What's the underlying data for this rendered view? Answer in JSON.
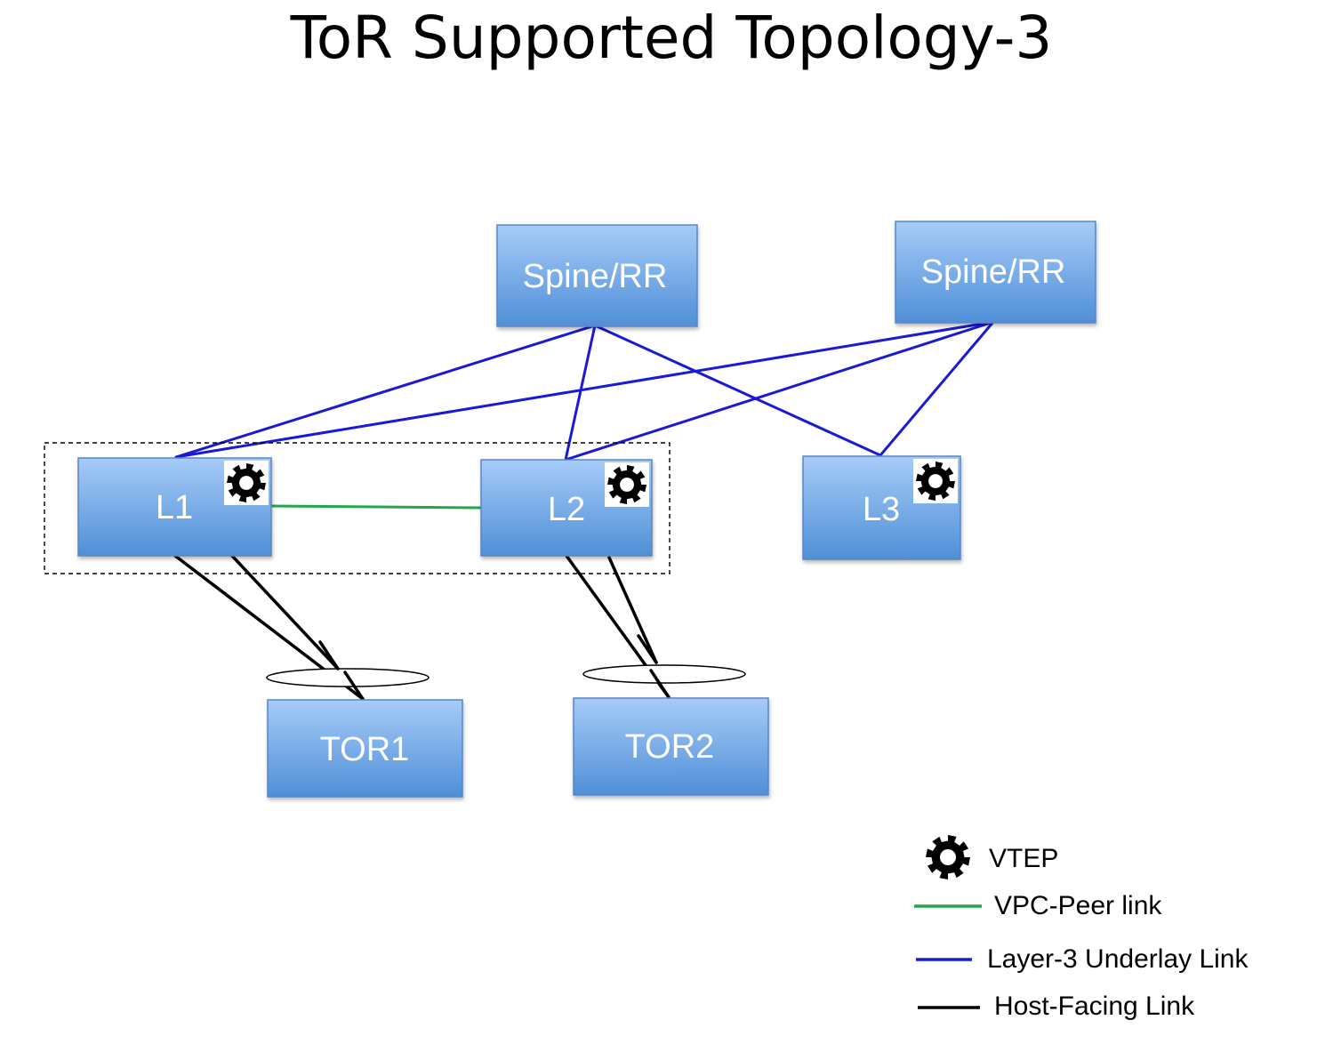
{
  "title": "ToR Supported Topology-3",
  "colors": {
    "node_fill_top": "#a6cbf7",
    "node_fill_bottom": "#4f8fd8",
    "node_stroke": "#5a86c0",
    "underlay": "#1a1ad6",
    "vpc_peer": "#22a84a",
    "host_facing": "#000000"
  },
  "nodes": [
    {
      "id": "spine1",
      "label": "Spine/RR",
      "vtep": false
    },
    {
      "id": "spine2",
      "label": "Spine/RR",
      "vtep": false
    },
    {
      "id": "l1",
      "label": "L1",
      "vtep": true
    },
    {
      "id": "l2",
      "label": "L2",
      "vtep": true
    },
    {
      "id": "l3",
      "label": "L3",
      "vtep": true
    },
    {
      "id": "tor1",
      "label": "TOR1",
      "vtep": false
    },
    {
      "id": "tor2",
      "label": "TOR2",
      "vtep": false
    }
  ],
  "groups": [
    {
      "id": "vpc-pair",
      "members": [
        "l1",
        "l2"
      ],
      "style": "dashed"
    }
  ],
  "links": [
    {
      "from": "spine1",
      "to": "l1",
      "type": "underlay"
    },
    {
      "from": "spine1",
      "to": "l2",
      "type": "underlay"
    },
    {
      "from": "spine1",
      "to": "l3",
      "type": "underlay"
    },
    {
      "from": "spine2",
      "to": "l1",
      "type": "underlay"
    },
    {
      "from": "spine2",
      "to": "l2",
      "type": "underlay"
    },
    {
      "from": "spine2",
      "to": "l3",
      "type": "underlay"
    },
    {
      "from": "l1",
      "to": "l2",
      "type": "vpc_peer"
    },
    {
      "from": "l1",
      "to": "tor1",
      "type": "host_facing",
      "bundle": "po-tor1"
    },
    {
      "from": "l1",
      "to": "tor1",
      "type": "host_facing",
      "bundle": "po-tor1"
    },
    {
      "from": "l2",
      "to": "tor2",
      "type": "host_facing",
      "bundle": "po-tor2"
    },
    {
      "from": "l2",
      "to": "tor2",
      "type": "host_facing",
      "bundle": "po-tor2"
    }
  ],
  "legend": {
    "vtep": {
      "label": "VTEP",
      "icon": "gear-icon"
    },
    "items": [
      {
        "label": "VPC-Peer link",
        "type": "vpc_peer"
      },
      {
        "label": "Layer-3 Underlay Link",
        "type": "underlay"
      },
      {
        "label": "Host-Facing Link",
        "type": "host_facing"
      }
    ]
  }
}
